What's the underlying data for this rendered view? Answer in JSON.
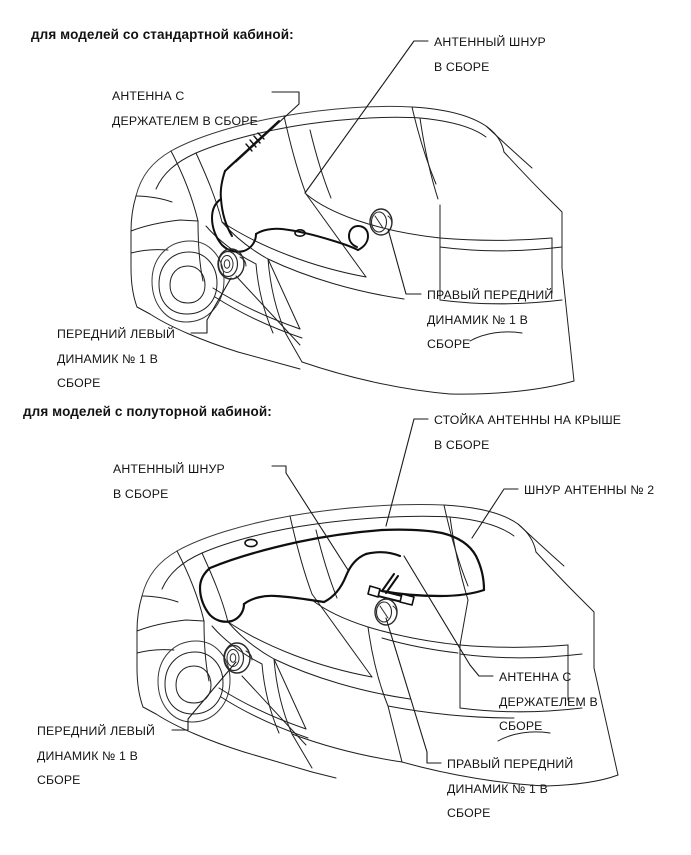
{
  "document": {
    "type": "technical-illustration",
    "language": "ru",
    "background_color": "#ffffff",
    "line_color": "#1a1a1a"
  },
  "sections": {
    "standard_cab": {
      "caption": "для моделей со стандартной кабиной:",
      "callouts": {
        "antenna_cord": {
          "line1": "АНТЕННЫЙ ШНУР",
          "line2": "В СБОРЕ"
        },
        "antenna_with_holder": {
          "line1": "АНТЕННА С",
          "line2": "ДЕРЖАТЕЛЕМ В СБОРЕ"
        },
        "speaker_right_front": {
          "line1": "ПРАВЫЙ ПЕРЕДНИЙ",
          "line2": "ДИНАМИК № 1 В",
          "line3": "СБОРЕ"
        },
        "speaker_left_front": {
          "line1": "ПЕРЕДНИЙ ЛЕВЫЙ",
          "line2": "ДИНАМИК № 1 В",
          "line3": "СБОРЕ"
        }
      }
    },
    "extended_cab": {
      "caption": "для моделей с полуторной кабиной:",
      "callouts": {
        "roof_antenna_pillar": {
          "line1": "СТОЙКА АНТЕННЫ НА КРЫШЕ",
          "line2": "В СБОРЕ"
        },
        "antenna_cord_2": {
          "line1": "ШНУР АНТЕННЫ № 2"
        },
        "antenna_cord": {
          "line1": "АНТЕННЫЙ ШНУР",
          "line2": "В СБОРЕ"
        },
        "antenna_with_holder": {
          "line1": "АНТЕННА С",
          "line2": "ДЕРЖАТЕЛЕМ В",
          "line3": "СБОРЕ"
        },
        "speaker_left_front": {
          "line1": "ПЕРЕДНИЙ ЛЕВЫЙ",
          "line2": "ДИНАМИК № 1 В",
          "line3": "СБОРЕ"
        },
        "speaker_right_front": {
          "line1": "ПРАВЫЙ ПЕРЕДНИЙ",
          "line2": "ДИНАМИК № 1 В",
          "line3": "СБОРЕ"
        }
      }
    }
  },
  "graphics": {
    "standard_cab_vehicle": "pickup-truck-standard-cab-line-drawing",
    "extended_cab_vehicle": "pickup-truck-extended-cab-line-drawing",
    "speaker_icon": "door-speaker-circle",
    "antenna_icon": "roof-antenna-mast"
  }
}
